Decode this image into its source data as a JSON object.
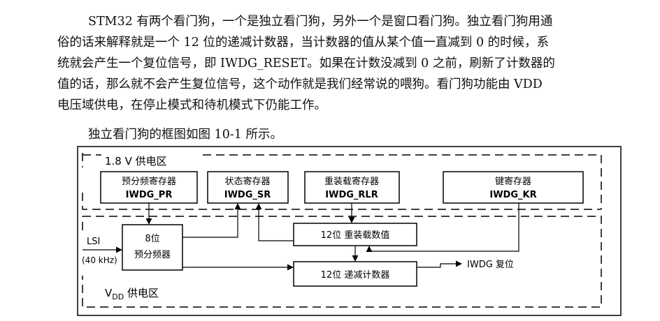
{
  "paragraph": {
    "lines": [
      "STM32 有两个看门狗，一个是独立看门狗，另外一个是窗口看门狗。独立看门狗用通",
      "俗的话来解释就是一个 12 位的递减计数器，当计数器的值从某个值一直减到 0 的时候，系",
      "统就会产生一个复位信号，即 IWDG_RESET。如果在计数没减到 0 之前，刷新了计数器的",
      "值的话，那么就不会产生复位信号，这个动作就是我们经常说的喂狗。看门狗功能由 VDD",
      "电压域供电，在停止模式和待机模式下仍能工作。"
    ]
  },
  "caption": "独立看门狗的框图如图 10-1 所示。",
  "diagram": {
    "domain_18v": "1.8 V 供电区",
    "vdd_main": "V",
    "vdd_sub": "DD",
    "vdd_suffix": " 供电区",
    "registers": [
      {
        "name": "预分频寄存器",
        "code": "IWDG_PR"
      },
      {
        "name": "状态寄存器",
        "code": "IWDG_SR"
      },
      {
        "name": "重装载寄存器",
        "code": "IWDG_RLR"
      },
      {
        "name": "键寄存器",
        "code": "IWDG_KR"
      }
    ],
    "prescaler": {
      "line1": "8位",
      "line2": "预分频器"
    },
    "reload_value": "12位 重装载数值",
    "counter": "12位 递减计数器",
    "lsi": "LSI",
    "lsi_freq": "(40 kHz)",
    "reset_out": "IWDG 复位"
  }
}
